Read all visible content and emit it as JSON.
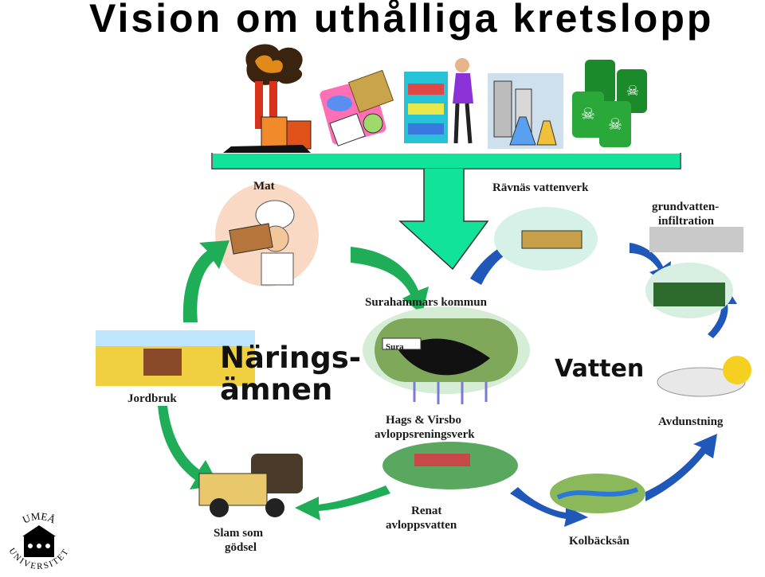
{
  "title": "Vision om uthålliga kretslopp",
  "diagram": {
    "labels": {
      "mat": "Mat",
      "ravnas": "Rävnäs vattenverk",
      "grundvatten_1": "grundvatten-",
      "grundvatten_2": "infiltration",
      "kommun": "Surahammars kommun",
      "sign": "Sura",
      "jordbruk": "Jordbruk",
      "naringsamnen_1": "Närings-",
      "naringsamnen_2": "ämnen",
      "vatten": "Vatten",
      "avdunstning": "Avdunstning",
      "verk_1": "Hags & Virsbo",
      "verk_2": "avloppsreningsverk",
      "renat_1": "Renat",
      "renat_2": "avloppsvatten",
      "slam_1": "Slam som",
      "slam_2": "gödsel",
      "kolback": "Kolbäcksån"
    },
    "colors": {
      "funnel": "#11e39a",
      "arrow": "#1f58b8",
      "cycle_green": "#1fae57"
    }
  },
  "logo": {
    "ring_top": "UMEÅ",
    "ring_bottom": "UNIVERSITET"
  }
}
